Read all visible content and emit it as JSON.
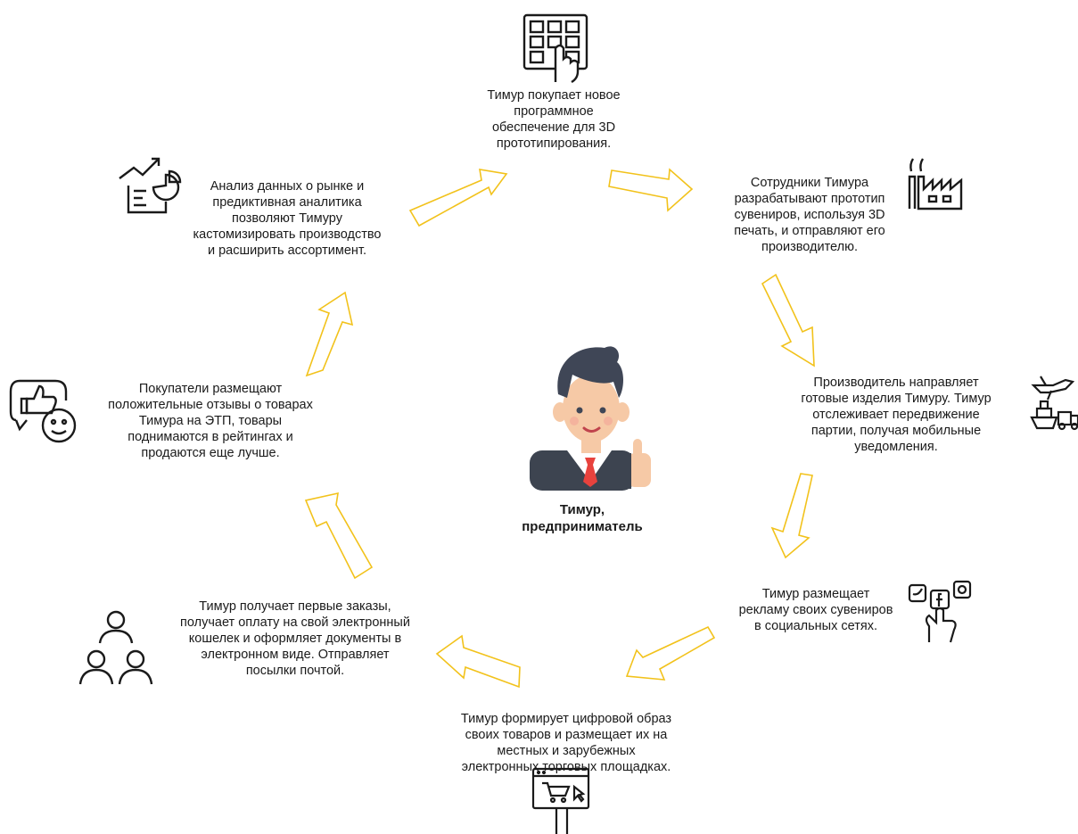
{
  "center": {
    "label": "Тимур,\nпредприниматель"
  },
  "steps": [
    {
      "id": "software",
      "text": "Тимур покупает новое\nпрограммное\nобеспечение для  3D\nпрототипирования.",
      "icon": "touch-keypad-icon"
    },
    {
      "id": "prototype",
      "text": "Сотрудники Тимура\nразрабатывают прототип\nсувениров, используя 3D\nпечать, и отправляют его\nпроизводителю.",
      "icon": "factory-icon"
    },
    {
      "id": "delivery",
      "text": "Производитель направляет\nготовые изделия Тимуру. Тимур\nотслеживает передвижение\nпартии, получая  мобильные\nуведомления.",
      "icon": "transport-icon"
    },
    {
      "id": "ads",
      "text": "Тимур размещает\nрекламу своих сувениров\nв социальных сетях.",
      "icon": "social-media-hand-icon"
    },
    {
      "id": "marketplace",
      "text": "Тимур формирует цифровой образ\nсвоих товаров и размещает их на\nместных и зарубежных\nэлектронных торговых площадках.",
      "icon": "online-shop-icon"
    },
    {
      "id": "orders",
      "text": "Тимур получает первые заказы,\nполучает оплату на свой электронный\nкошелек и оформляет документы в\nэлектронном виде. Отправляет\nпосылки почтой.",
      "icon": "people-icon"
    },
    {
      "id": "reviews",
      "text": "Покупатели размещают\nположительные отзывы о товарах\nТимура на ЭТП, товары\nподнимаются в рейтингах и\nпродаются еще лучше.",
      "icon": "feedback-icon"
    },
    {
      "id": "analytics",
      "text": "Анализ данных о рынке и\nпредиктивная аналитика\nпозволяют Тимуру\nкастомизировать производство\nи расширить ассортимент.",
      "icon": "analytics-report-icon"
    }
  ],
  "colors": {
    "arrow_stroke": "#f2c21b",
    "icon_stroke": "#1a1a1a",
    "hair": "#3f4656",
    "skin": "#f6c9a6",
    "suit": "#3d4450",
    "tie": "#e8423d"
  }
}
